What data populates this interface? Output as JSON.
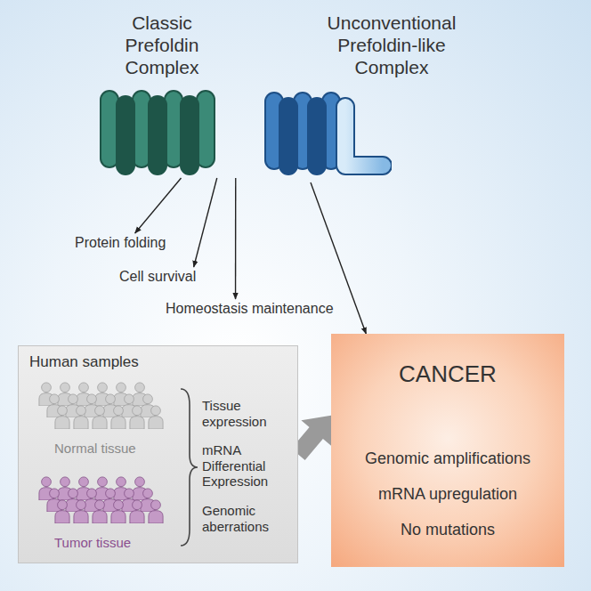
{
  "diagram": {
    "nodes": [
      {
        "text": [
          "Classic Prefoldin Complex"
        ]
      },
      {
        "text": [
          "Unconventional Prefoldin-like Complex"
        ]
      },
      {
        "text": [
          "Protein folding"
        ]
      },
      {
        "text": [
          "Cell survival"
        ]
      },
      {
        "text": [
          "Homeostasis maintenance"
        ]
      },
      {
        "text": [
          "CANCER",
          "Genomic amplifications",
          "mRNA upregulation",
          "No mutations"
        ]
      },
      {
        "text": [
          "Human samples",
          "Normal tissue",
          "Tumor tissue",
          "Tissue expression",
          "mRNA Differential Expression",
          "Genomic aberrations"
        ]
      }
    ],
    "edges": [
      {
        "from": 0,
        "to": 2,
        "arrow": "to"
      },
      {
        "from": 0,
        "to": 3,
        "arrow": "to"
      },
      {
        "from": 0,
        "to": 4,
        "arrow": "to"
      },
      {
        "from": 1,
        "to": 5,
        "arrow": "to"
      },
      {
        "from": 6,
        "to": 5,
        "arrow": "to"
      }
    ]
  }
}
